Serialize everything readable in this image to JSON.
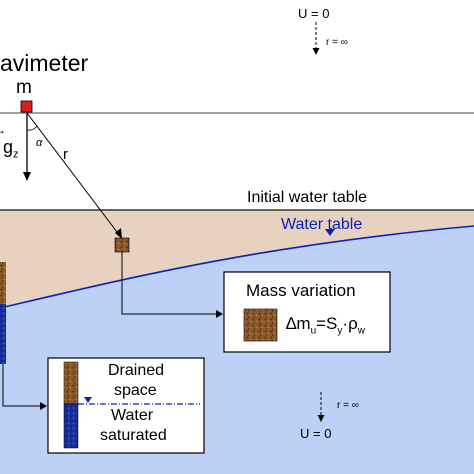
{
  "top_bc": {
    "potential": "U = 0",
    "radius": "r = ∞"
  },
  "bottom_bc": {
    "potential": "U = 0",
    "radius": "r = ∞"
  },
  "gravimeter": {
    "title_fragment": "avimeter",
    "mass_label": "m"
  },
  "vectors": {
    "gravity": "g",
    "gravity_sub": "z",
    "angle": "α",
    "distance": "r"
  },
  "layers": {
    "initial_water_table": "Initial water table",
    "water_table": "Water table"
  },
  "mass_box": {
    "title": "Mass variation",
    "formula_delta": "∆m",
    "formula_sub_u": "u",
    "formula_eq": "=S",
    "formula_sub_y": "y",
    "formula_dot": "·ρ",
    "formula_sub_w": "w"
  },
  "legend": {
    "drained_line1": "Drained",
    "drained_line2": "space",
    "saturated_line1": "Water",
    "saturated_line2": "saturated"
  },
  "colors": {
    "unsaturated_soil": "#e6d2bf",
    "saturated_zone": "#bcd1f5",
    "water_table_line": "#0b22b8",
    "sensor": "#d62020",
    "soil_texture": "#8b5a2b",
    "saturated_texture": "#1a2f9a"
  }
}
